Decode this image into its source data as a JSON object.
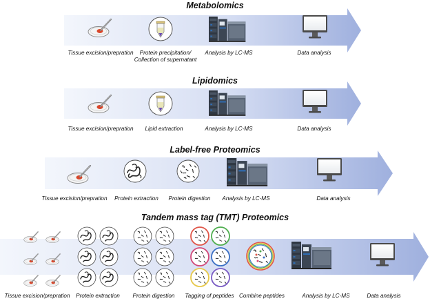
{
  "panels": [
    {
      "title": "Metabolomics",
      "steps": [
        "Tissue excision/prepration",
        "Protein precipitation/",
        "Collection of supernatant",
        "Analysis by LC-MS",
        "Data analysis"
      ]
    },
    {
      "title": "Lipidomics",
      "steps": [
        "Tissue excision/prepration",
        "Lipid extraction",
        "Analysis by LC-MS",
        "Data analysis"
      ]
    },
    {
      "title": "Label-free Proteomics",
      "steps": [
        "Tissue excision/prepration",
        "Protein extraction",
        "Protein digestion",
        "Analysis by LC-MS",
        "Data analysis"
      ]
    },
    {
      "title": "Tandem mass tag (TMT) Proteomics",
      "steps": [
        "Tissue excision/prepration",
        "Protein extraction",
        "Protein digestion",
        "Tagging of peptides",
        "Combine peptides",
        "Analysis by LC-MS",
        "Data analysis"
      ]
    }
  ],
  "colors": {
    "arrow_light": "#eef2fb",
    "arrow_dark": "#a8b6e0",
    "tissue": "#d9472b",
    "instrument": "#3c4654",
    "instrument_accent": "#2f6db5"
  },
  "icons": [
    "dish-tissue-icon",
    "tube-icon",
    "lcms-instrument-icon",
    "monitor-icon",
    "protein-circle-icon",
    "peptide-circle-icon",
    "tagged-peptide-circle-icon",
    "combined-peptide-circle-icon"
  ]
}
